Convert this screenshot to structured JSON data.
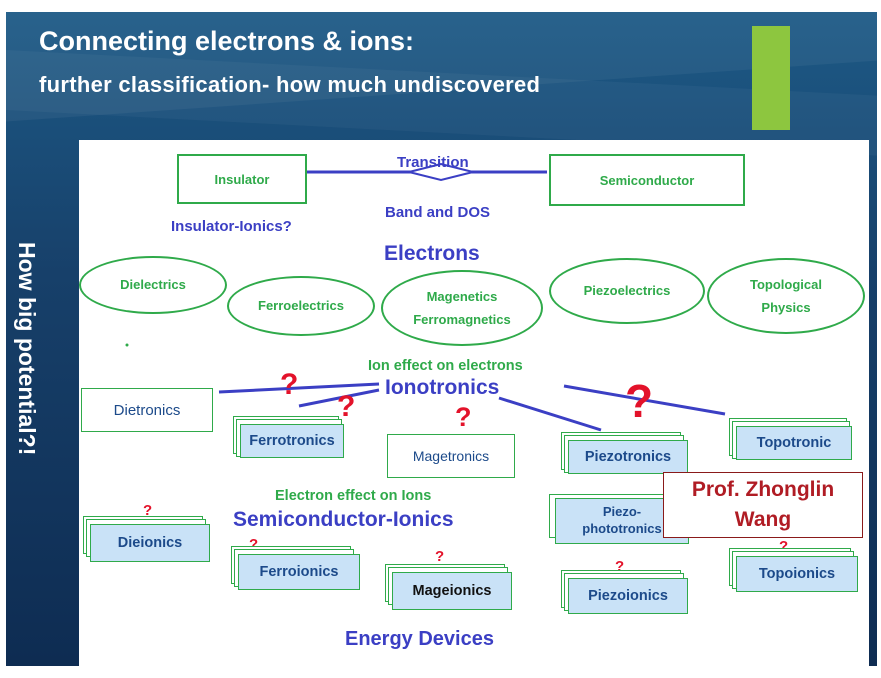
{
  "title": {
    "line1": "Connecting electrons & ions:",
    "line2": "further classification- how much undiscovered"
  },
  "side_label": "How big potential?!",
  "top_row": {
    "insulator": "Insulator",
    "semiconductor": "Semiconductor",
    "transition": "Transition",
    "band_dos": "Band and DOS",
    "insulator_ionics": "Insulator-Ionics?"
  },
  "electrons_heading": "Electrons",
  "electron_ovals": {
    "dielectrics": "Dielectrics",
    "ferroelectrics": "Ferroelectrics",
    "magnetics": "Magenetics",
    "ferromagnetics": "Ferromagnetics",
    "piezoelectrics": "Piezoelectrics",
    "topological": "Topological",
    "physics": "Physics"
  },
  "ion_effect_label": "Ion effect on electrons",
  "ionotronics_label": "Ionotronics",
  "tronics": {
    "dietronics": "Dietronics",
    "ferrotronics": "Ferrotronics",
    "magetronics": "Magetronics",
    "piezotronics": "Piezotronics",
    "topotronic": "Topotronic",
    "piezo_photo": "Piezo-\nphototronics"
  },
  "electron_effect_label": "Electron effect on Ions",
  "semiconductor_ionics_label": "Semiconductor-Ionics",
  "ionics": {
    "dieionics": "Dieionics",
    "ferroionics": "Ferroionics",
    "mageionics": "Mageionics",
    "piezoionics": "Piezoionics",
    "topoionics": "Topoionics"
  },
  "energy_devices_label": "Energy Devices",
  "prof_label": {
    "line1": "Prof. Zhonglin",
    "line2": "Wang"
  },
  "question_mark": "?",
  "colors": {
    "background": "#17406a",
    "accent": "#8dc63f",
    "green_text": "#2faa4a",
    "blue_text": "#3b3fc4",
    "red": "#e3122a",
    "box_fill": "#c9e2f7"
  }
}
